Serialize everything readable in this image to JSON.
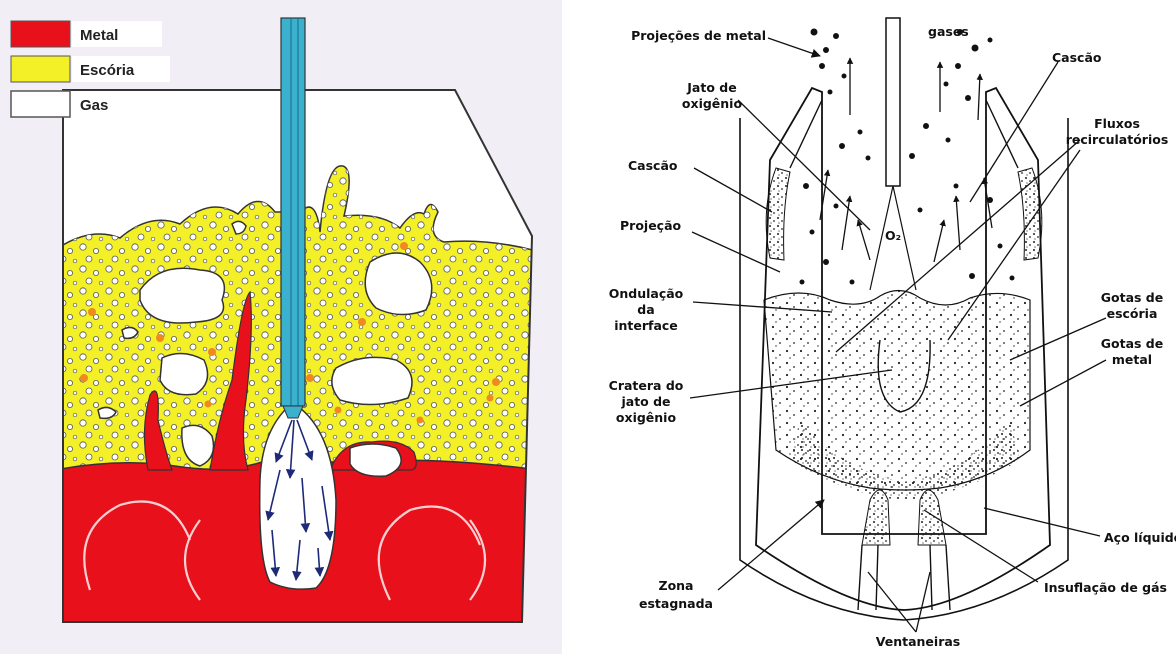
{
  "left_diagram": {
    "legend": [
      {
        "label": "Metal",
        "color": "#e8101a"
      },
      {
        "label": "Escória",
        "color": "#f4f028"
      },
      {
        "label": "Gas",
        "color": "#ffffff"
      }
    ],
    "colors": {
      "background": "#f1eef6",
      "lance": "#3ab2cf",
      "arrows": "#1e2a78"
    }
  },
  "right_diagram": {
    "labels": {
      "projecoes_metal": "Projeções de metal",
      "gases": "gases",
      "cascao_top": "Cascão",
      "jato_1": "Jato de",
      "jato_2": "oxigênio",
      "fluxos_1": "Fluxos",
      "fluxos_2": "recirculatórios",
      "cascao_left": "Cascão",
      "projecao": "Projeção",
      "ondulacao_1": "Ondulação",
      "ondulacao_2": "da",
      "ondulacao_3": "interface",
      "cratera_1": "Cratera do",
      "cratera_2": "jato de",
      "cratera_3": "oxigênio",
      "gotas_escoria_1": "Gotas de",
      "gotas_escoria_2": "escória",
      "gotas_metal_1": "Gotas de",
      "gotas_metal_2": "metal",
      "aco_liquido": "Aço líquido",
      "insuflacao": "Insuflação de gás",
      "zona_1": "Zona",
      "zona_2": "estagnada",
      "ventaneiras": "Ventaneiras",
      "o2": "O₂"
    }
  }
}
